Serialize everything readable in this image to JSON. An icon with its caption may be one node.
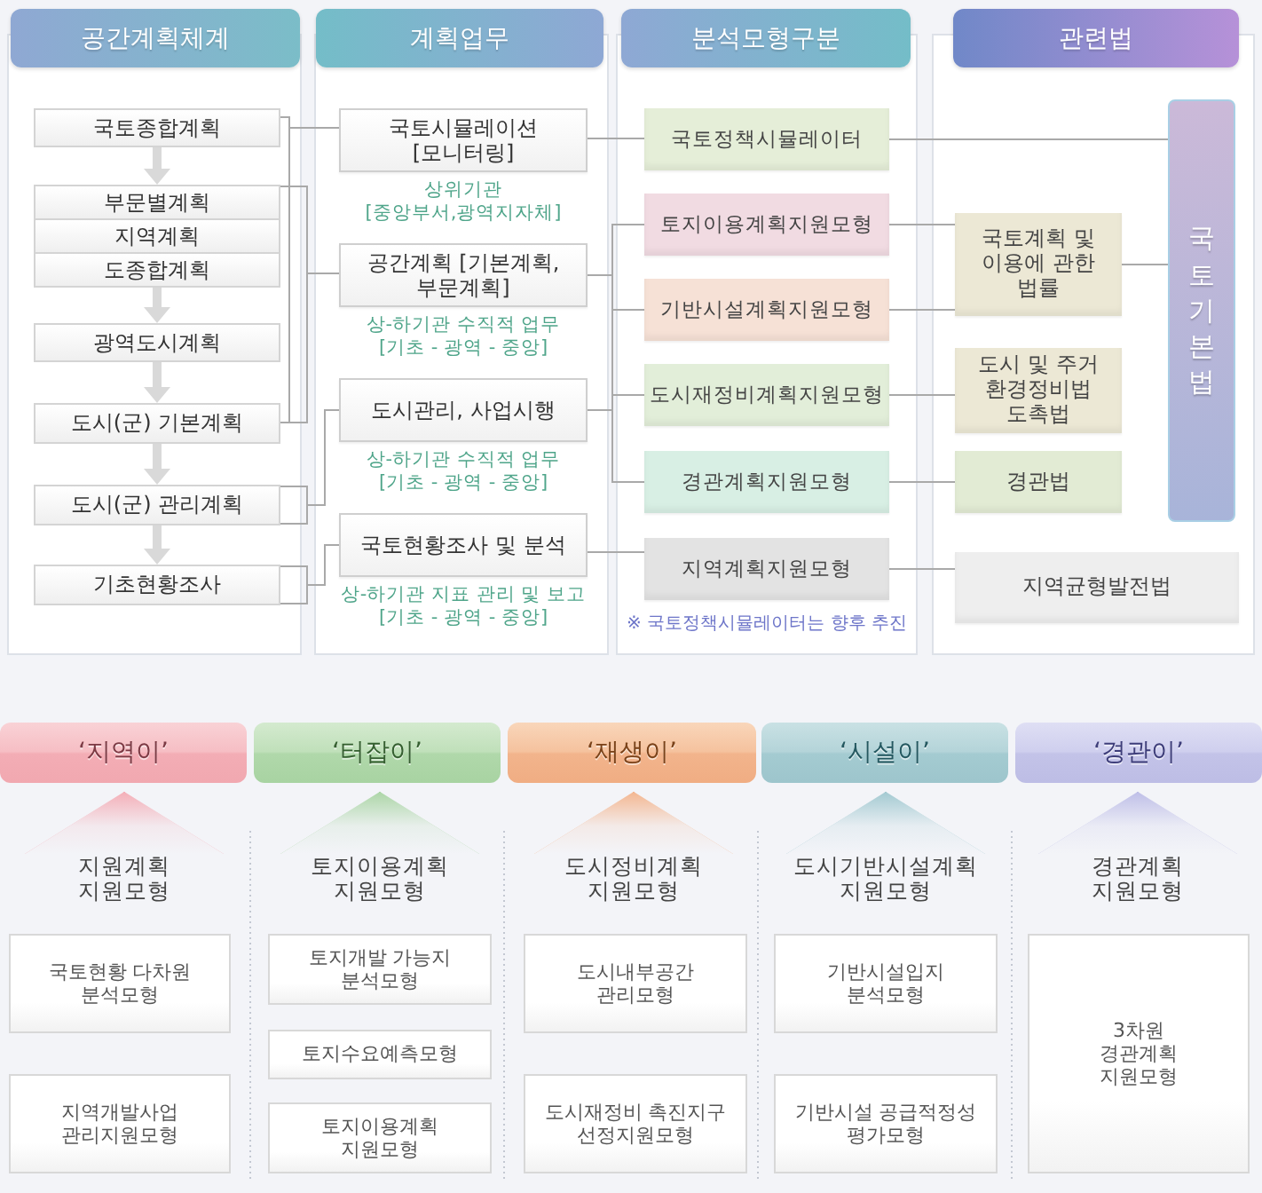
{
  "diagram": {
    "nodes": [
      {
        "text": [
          "공간계획체계"
        ]
      },
      {
        "text": [],
        "shape": "box"
      },
      {
        "text": [
          "국토종합계획"
        ],
        "in": 1
      },
      {
        "text": [
          "부문별계획"
        ],
        "in": 1
      },
      {
        "text": [
          "지역계획"
        ],
        "in": 1
      },
      {
        "text": [
          "도종합계획"
        ],
        "in": 1
      },
      {
        "text": [
          "광역도시계획"
        ],
        "in": 1
      },
      {
        "text": [
          "도시(군) 기본계획"
        ],
        "in": 1
      },
      {
        "text": [
          "도시(군) 관리계획"
        ],
        "in": 1
      },
      {
        "text": [
          "기초현황조사"
        ],
        "in": 1
      },
      {
        "text": [
          "계획업무"
        ]
      },
      {
        "text": [],
        "shape": "box"
      },
      {
        "text": [
          "국토시뮬레이션 [모니터링]"
        ],
        "beside": [
          "상위기관 [중앙부서,광역지자체]"
        ],
        "in": 11
      },
      {
        "text": [
          "공간계획 [기본계획, 부문계획]"
        ],
        "beside": [
          "상-하기관 수직적 업무 [기초 - 광역 - 중앙]"
        ],
        "in": 11
      },
      {
        "text": [
          "도시관리, 사업시행"
        ],
        "beside": [
          "상-하기관 수직적 업무 [기초 - 광역 - 중앙]"
        ],
        "in": 11
      },
      {
        "text": [
          "국토현황조사 및 분석"
        ],
        "beside": [
          "상-하기관 지표 관리 및 보고 [기초 - 광역 - 중앙]"
        ],
        "in": 11
      },
      {
        "text": [
          "분석모형구분"
        ]
      },
      {
        "text": [],
        "shape": "box"
      },
      {
        "text": [
          "국토정책시뮬레이터"
        ],
        "in": 17
      },
      {
        "text": [
          "토지이용계획지원모형"
        ],
        "in": 17
      },
      {
        "text": [
          "기반시설계획지원모형"
        ],
        "in": 17
      },
      {
        "text": [
          "도시재정비계획지원모형"
        ],
        "in": 17
      },
      {
        "text": [
          "경관계획지원모형"
        ],
        "in": 17
      },
      {
        "text": [
          "지역계획지원모형"
        ],
        "in": 17
      },
      {
        "text": [
          "관련법"
        ]
      },
      {
        "text": [],
        "shape": "box"
      },
      {
        "text": [
          "국토기본법"
        ],
        "in": 25
      },
      {
        "text": [
          "국토계획 및 이용에 관한 법률"
        ],
        "in": 25
      },
      {
        "text": [
          "도시 및 주거 환경정비법 도촉법"
        ],
        "in": 25
      },
      {
        "text": [
          "경관법"
        ],
        "in": 25
      },
      {
        "text": [
          "지역균형발전법"
        ],
        "in": 25
      },
      {
        "text": [
          "‘지역이’"
        ]
      },
      {
        "text": [
          "지원계획 지원모형"
        ]
      },
      {
        "text": [
          "국토현황 다차원 분석모형"
        ]
      },
      {
        "text": [
          "지역개발사업 관리지원모형"
        ]
      },
      {
        "text": [
          "‘터잡이’"
        ]
      },
      {
        "text": [
          "토지이용계획 지원모형"
        ]
      },
      {
        "text": [
          "토지개발 가능지 분석모형"
        ]
      },
      {
        "text": [
          "토지수요예측모형"
        ]
      },
      {
        "text": [
          "토지이용계획 지원모형"
        ]
      },
      {
        "text": [
          "‘재생이’"
        ]
      },
      {
        "text": [
          "도시정비계획 지원모형"
        ]
      },
      {
        "text": [
          "도시내부공간 관리모형"
        ]
      },
      {
        "text": [
          "도시재정비 촉진지구 선정지원모형"
        ]
      },
      {
        "text": [
          "‘시설이’"
        ]
      },
      {
        "text": [
          "도시기반시설계획 지원모형"
        ]
      },
      {
        "text": [
          "기반시설입지 분석모형"
        ]
      },
      {
        "text": [
          "기반시설 공급적정성 평가모형"
        ]
      },
      {
        "text": [
          "‘경관이’"
        ]
      },
      {
        "text": [
          "경관계획 지원모형"
        ]
      },
      {
        "text": [
          "3차원 경관계획 지원모형"
        ]
      }
    ],
    "edges": [
      {
        "from": 2,
        "to": 3,
        "arrow": "to",
        "style": "thick",
        "color": "#d9d9d9"
      },
      {
        "from": 5,
        "to": 6,
        "arrow": "to",
        "style": "thick",
        "color": "#d9d9d9"
      },
      {
        "from": 6,
        "to": 7,
        "arrow": "to",
        "style": "thick",
        "color": "#d9d9d9"
      },
      {
        "from": 7,
        "to": 8,
        "arrow": "to",
        "style": "thick",
        "color": "#d9d9d9"
      },
      {
        "from": 8,
        "to": 9,
        "arrow": "to",
        "style": "thick",
        "color": "#d9d9d9"
      },
      {
        "from": 2,
        "to": 12,
        "arrow": "none"
      },
      {
        "from": 7,
        "to": 12,
        "arrow": "none"
      },
      {
        "from": 3,
        "to": 13,
        "arrow": "none"
      },
      {
        "from": 7,
        "to": 13,
        "arrow": "none"
      },
      {
        "from": 8,
        "to": 14,
        "arrow": "none"
      },
      {
        "from": 9,
        "to": 15,
        "arrow": "none"
      },
      {
        "from": 12,
        "to": 18,
        "arrow": "none"
      },
      {
        "from": 13,
        "to": 19,
        "arrow": "none"
      },
      {
        "from": 13,
        "to": 20,
        "arrow": "none"
      },
      {
        "from": 13,
        "to": 21,
        "arrow": "none"
      },
      {
        "from": 13,
        "to": 22,
        "arrow": "none"
      },
      {
        "from": 14,
        "to": 19,
        "arrow": "none"
      },
      {
        "from": 14,
        "to": 20,
        "arrow": "none"
      },
      {
        "from": 14,
        "to": 21,
        "arrow": "none"
      },
      {
        "from": 14,
        "to": 22,
        "arrow": "none"
      },
      {
        "from": 15,
        "to": 23,
        "arrow": "none"
      },
      {
        "from": 18,
        "to": 26,
        "arrow": "none"
      },
      {
        "from": 19,
        "to": 27,
        "arrow": "none"
      },
      {
        "from": 20,
        "to": 27,
        "arrow": "none"
      },
      {
        "from": 21,
        "to": 28,
        "arrow": "none"
      },
      {
        "from": 22,
        "to": 29,
        "arrow": "none"
      },
      {
        "from": 23,
        "to": 30,
        "arrow": "none"
      },
      {
        "from": 27,
        "to": 26,
        "arrow": "none"
      },
      {
        "from": 32,
        "to": 31,
        "arrow": "to",
        "color": "#f4a9b2"
      },
      {
        "from": 36,
        "to": 35,
        "arrow": "to",
        "color": "#a6d3a0"
      },
      {
        "from": 41,
        "to": 40,
        "arrow": "to",
        "color": "#f3b188"
      },
      {
        "from": 45,
        "to": 44,
        "arrow": "to",
        "color": "#9cc6ce"
      },
      {
        "from": 49,
        "to": 48,
        "arrow": "to",
        "color": "#babae6"
      }
    ],
    "labels": [
      "※ 국토정책시뮬레이터는 향후 추진"
    ]
  }
}
